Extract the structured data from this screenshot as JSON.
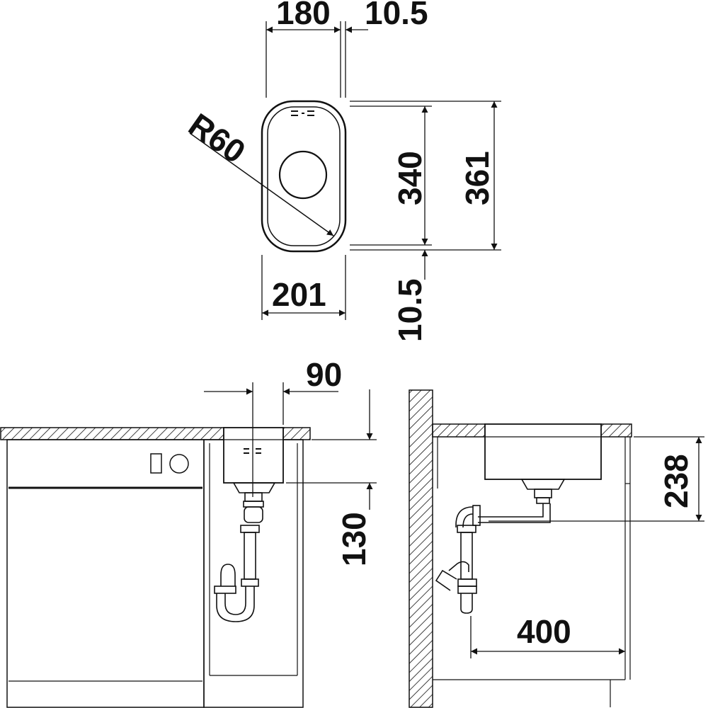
{
  "dimensions": {
    "top_width_inner": "180",
    "top_offset": "10.5",
    "radius": "R60",
    "depth_inner": "340",
    "depth_outer": "361",
    "width_outer": "201",
    "bottom_offset": "10.5",
    "drain_offset": "90",
    "bowl_depth": "130",
    "side_depth": "238",
    "side_width": "400"
  }
}
